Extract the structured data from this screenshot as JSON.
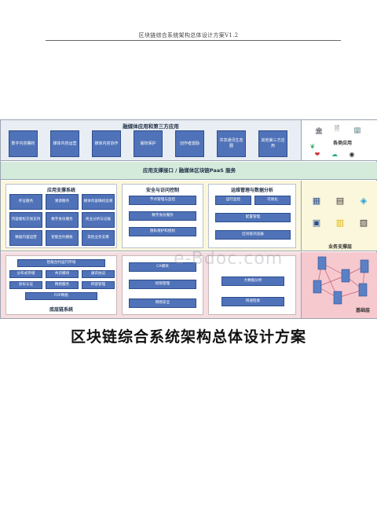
{
  "header": {
    "text": "区块链综合系统架构总体设计方案V1.2"
  },
  "diagram": {
    "top_row": {
      "title": "融媒体应用和第三方应用",
      "boxes": [
        "数字内容确权",
        "媒体内容运营",
        "媒体内容协作",
        "版权保护",
        "创作者激励",
        "共享通讯生态圈",
        "其他第三方应用"
      ]
    },
    "apps_panel": {
      "label": "各类应用"
    },
    "interface_row": {
      "text": "应用支撑接口 / 融媒体区块链PaaS 服务"
    },
    "app_support": {
      "title": "应用支撑系统",
      "cells": [
        "存证服务",
        "溯源服务",
        "媒体内容确权追溯",
        "内容版权交易支持",
        "数字身份服务",
        "商业分析与记账",
        "数据内容运营",
        "智能合约模板",
        "其他业务支撑"
      ]
    },
    "security": {
      "title": "安全与访问控制",
      "cells": [
        "节点管理与监控",
        "数字身份服务",
        "隐私保护和授权"
      ]
    },
    "ops": {
      "title": "运维管理与数据分析",
      "cells": [
        "运行监控",
        "可视化",
        "配置管理",
        "区块链浏览器"
      ]
    },
    "support_panel": {
      "label": "业务支撑层"
    },
    "base_chain": {
      "label": "底层链系统",
      "cells": [
        "智能合约运行环境",
        "分布式存储",
        "共识模块",
        "通讯协议",
        "身份认证",
        "网络服务",
        "跨链管理",
        "P2P网络"
      ]
    },
    "base_security": {
      "cells": [
        "CA模块",
        "权限管理",
        "网络安全"
      ]
    },
    "base_ops": {
      "cells": [
        "大数据分析",
        "快速检索"
      ]
    },
    "base_panel": {
      "label": "基础层"
    },
    "watermark": "e-Bdoc.com"
  },
  "title": "区块链综合系统架构总体设计方案"
}
